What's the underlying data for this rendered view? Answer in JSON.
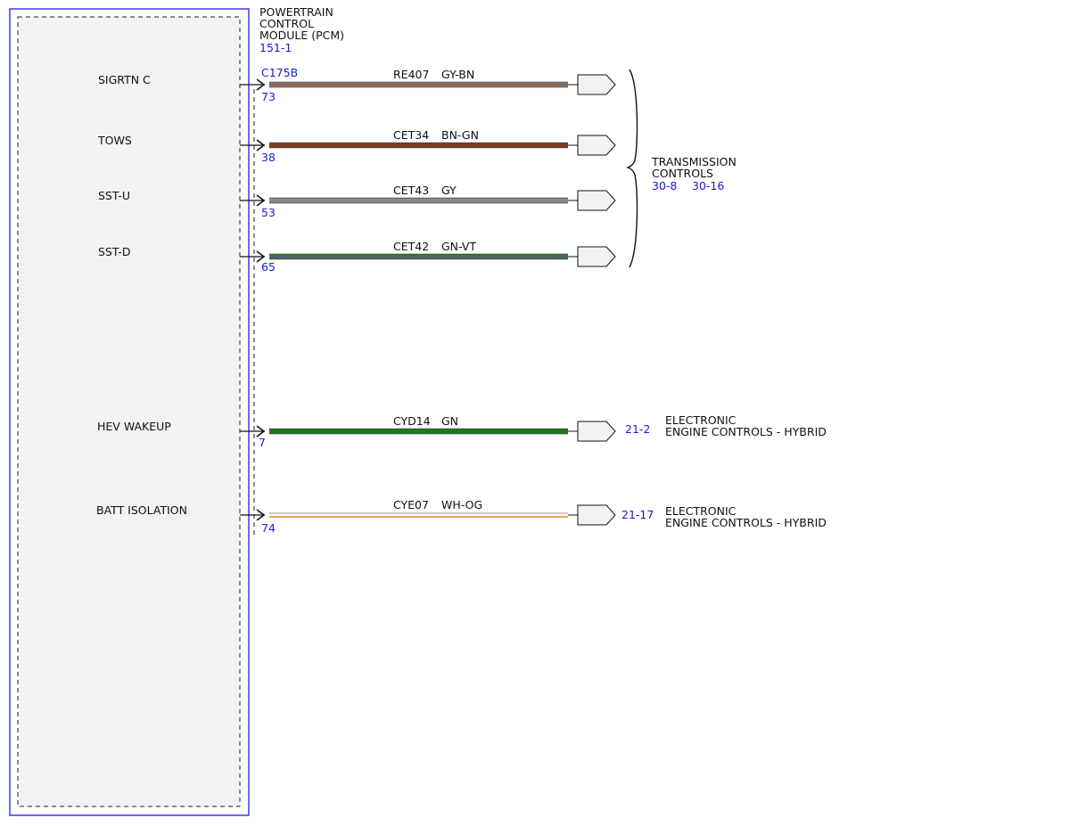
{
  "module": {
    "title_lines": [
      "POWERTRAIN",
      "CONTROL",
      "MODULE (PCM)"
    ],
    "ref": "151-1",
    "connector": "C175B"
  },
  "circuits": [
    {
      "signal": "SIGRTN C",
      "pin": "73",
      "circuit": "RE407",
      "color_code": "GY-BN",
      "wire_colors": [
        "#808080",
        "#a0522d"
      ],
      "stripe": true
    },
    {
      "signal": "TOWS",
      "pin": "38",
      "circuit": "CET34",
      "color_code": "BN-GN",
      "wire_colors": [
        "#7a3b1e",
        "#2e7d32"
      ],
      "stripe": false
    },
    {
      "signal": "SST-U",
      "pin": "53",
      "circuit": "CET43",
      "color_code": "GY",
      "wire_colors": [
        "#8a8a8a"
      ],
      "stripe": false
    },
    {
      "signal": "SST-D",
      "pin": "65",
      "circuit": "CET42",
      "color_code": "GN-VT",
      "wire_colors": [
        "#2e7d32",
        "#6a4c93"
      ],
      "stripe": true
    },
    {
      "signal": "HEV WAKEUP",
      "pin": "7",
      "circuit": "CYD14",
      "color_code": "GN",
      "wire_colors": [
        "#1b7a1b"
      ],
      "stripe": false
    },
    {
      "signal": "BATT ISOLATION",
      "pin": "74",
      "circuit": "CYE07",
      "color_code": "WH-OG",
      "wire_colors": [
        "#ffffff",
        "#e08a1e"
      ],
      "stripe": true
    }
  ],
  "destinations": {
    "transmission": {
      "label_lines": [
        "TRANSMISSION",
        "CONTROLS"
      ],
      "refs": [
        "30-8",
        "30-16"
      ]
    },
    "hev_wakeup": {
      "ref": "21-2",
      "label_lines": [
        "ELECTRONIC",
        "ENGINE CONTROLS - HYBRID"
      ]
    },
    "batt_isolation": {
      "ref": "21-17",
      "label_lines": [
        "ELECTRONIC",
        "ENGINE CONTROLS - HYBRID"
      ]
    }
  },
  "colors": {
    "module_border": "#3a3af0",
    "module_fill": "#f2f2f2",
    "ref_text": "#1a1ad6"
  }
}
